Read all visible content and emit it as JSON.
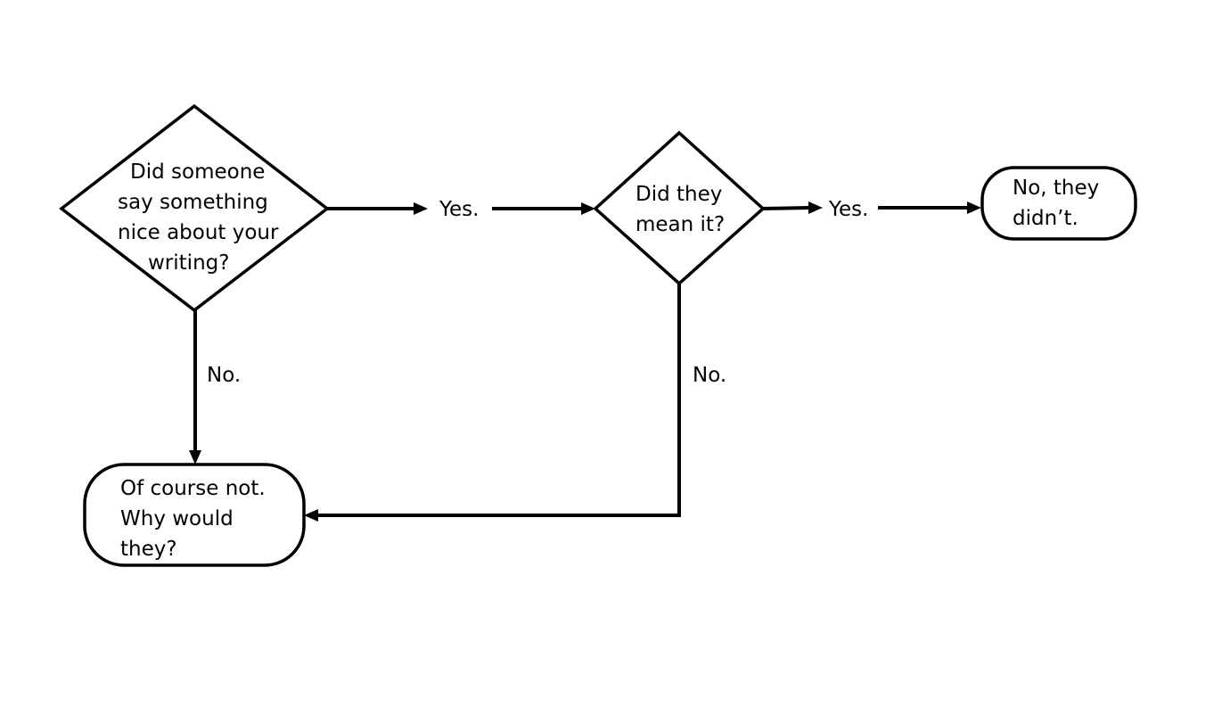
{
  "nodes": {
    "decision_1": {
      "lines": [
        "Did someone",
        "say something",
        "nice about your",
        "writing?"
      ]
    },
    "decision_2": {
      "lines": [
        "Did they",
        "mean it?"
      ]
    },
    "terminal_no_they_didnt": {
      "lines": [
        "No, they",
        "didn’t."
      ]
    },
    "terminal_of_course_not": {
      "lines": [
        "Of course not.",
        "Why would",
        "they?"
      ]
    }
  },
  "edge_labels": {
    "decision_1_yes": "Yes.",
    "decision_1_no": "No.",
    "decision_2_yes": "Yes.",
    "decision_2_no": "No."
  }
}
